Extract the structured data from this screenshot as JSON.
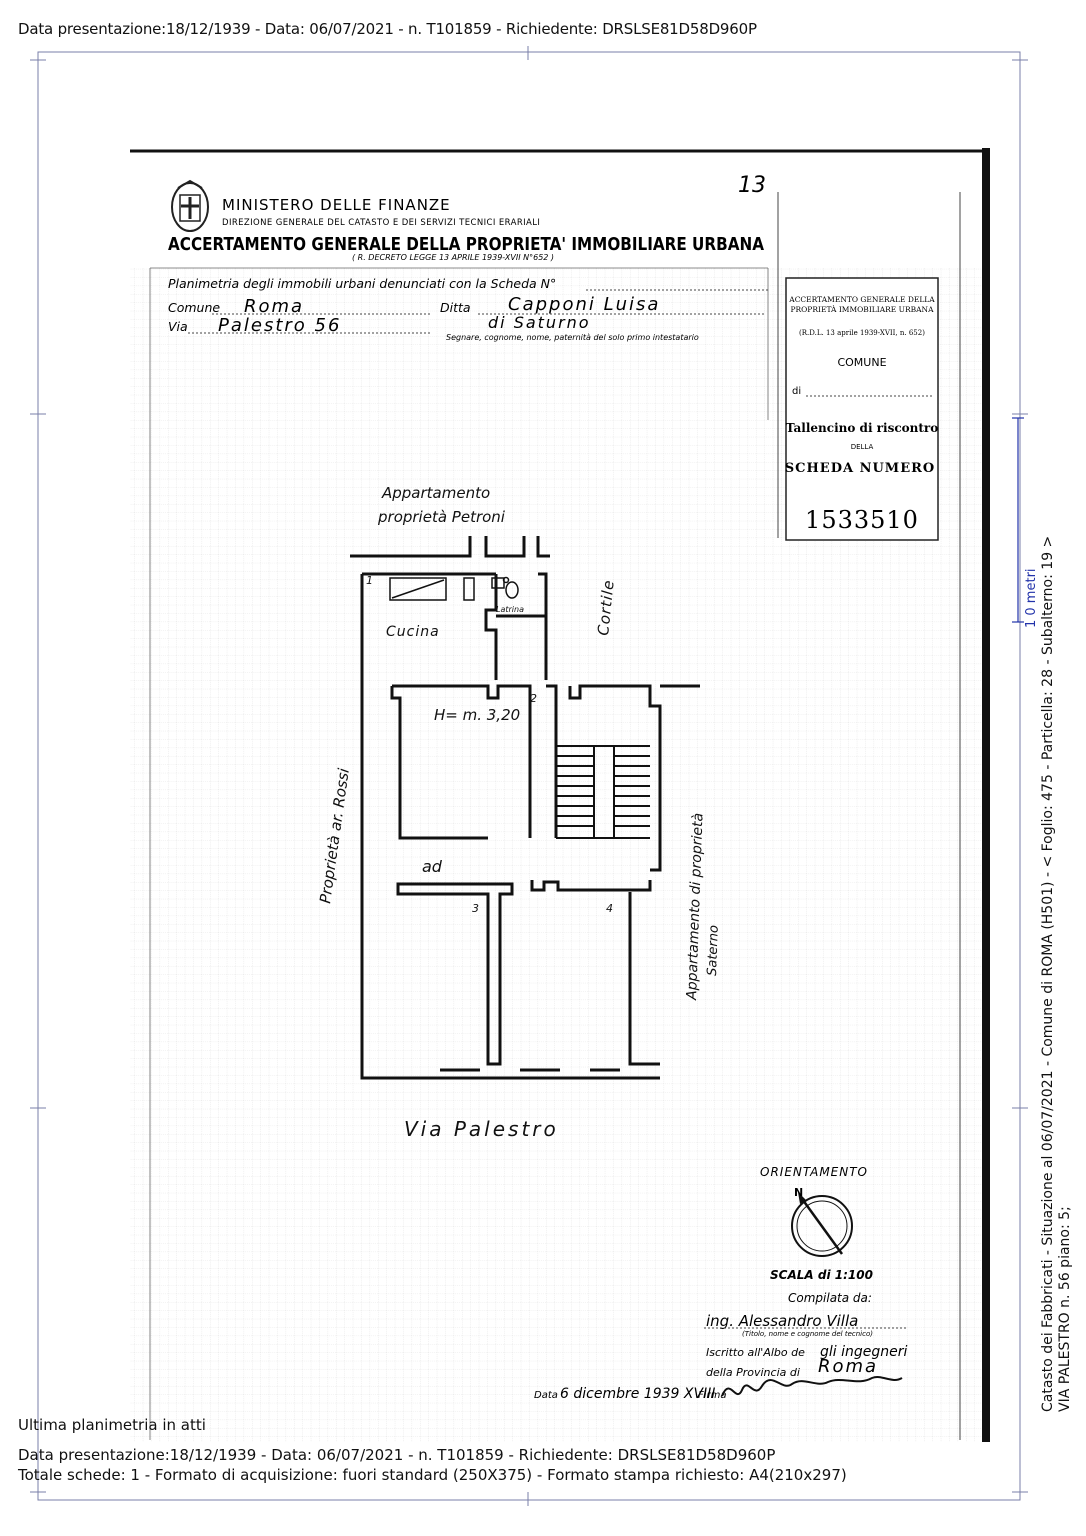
{
  "header": {
    "top_line": "Data presentazione:18/12/1939 - Data: 06/07/2021 - n. T101859 - Richiedente: DRSLSE81D58D960P"
  },
  "footer": {
    "last_plan_note": "Ultima planimetria in atti",
    "line1": "Data presentazione:18/12/1939 - Data: 06/07/2021 - n. T101859 - Richiedente: DRSLSE81D58D960P",
    "line2": "Totale schede: 1 - Formato di acquisizione: fuori standard (250X375) - Formato stampa richiesto: A4(210x297)"
  },
  "sidebar": {
    "line1": "Catasto dei Fabbricati - Situazione al 06/07/2021 - Comune di ROMA (H501) - <  Foglio: 475 - Particella: 28 - Subalterno: 19 >",
    "line2": "VIA PALESTRO n. 56 piano: 5;",
    "scale_marker": "1 0 metri"
  },
  "form": {
    "ministry": "MINISTERO DELLE FINANZE",
    "directorate": "DIREZIONE GENERALE DEL CATASTO E DEI SERVIZI TECNICI ERARIALI",
    "title": "ACCERTAMENTO GENERALE DELLA PROPRIETA' IMMOBILIARE URBANA",
    "decree": "( R. DECRETO LEGGE 13 APRILE 1939-XVII N°652 )",
    "planimetria_label": "Planimetria degli immobili urbani denunciati con la Scheda N°",
    "comune_label": "Comune",
    "comune_value": "Roma",
    "via_label": "Via",
    "via_value": "Palestro 56",
    "ditta_label": "Ditta",
    "ditta_value_1": "Capponi Luisa",
    "ditta_value_2": "di Saturno",
    "ditta_note": "Segnare, cognome, nome, paternità del solo primo intestatario",
    "corner_mark": "13"
  },
  "stub": {
    "title_1": "ACCERTAMENTO GENERALE DELLA",
    "title_2": "PROPRIETÀ IMMOBILIARE URBANA",
    "decree": "(R.D.L. 13 aprile 1939-XVII, n. 652)",
    "comune": "COMUNE",
    "di": "di",
    "tallon": "Tallencino di riscontro",
    "della": "DELLA",
    "scheda": "SCHEDA NUMERO",
    "number": "1533510"
  },
  "plan": {
    "neighbor_top_1": "Appartamento",
    "neighbor_top_2": "proprietà Petroni",
    "left_label": "Proprietà ar. Rossi",
    "right_label_1": "Appartamento di proprietà",
    "right_label_2": "Saterno",
    "cortile": "Cortile",
    "cucina": "Cucina",
    "latrina": "Latrina",
    "height": "H= m. 3,20",
    "ad": "ad",
    "room1": "1",
    "room2": "2",
    "room3": "3",
    "room4": "4",
    "street": "Via Palestro"
  },
  "legend": {
    "orientamento": "ORIENTAMENTO",
    "north": "N",
    "scala": "SCALA di 1:100",
    "compilata": "Compilata da:",
    "engineer": "ing. Alessandro Villa",
    "engineer_note": "(Titolo, nome e cognome del tecnico)",
    "iscritto_label": "Iscritto all'Albo de",
    "iscritto_value": "gli ingegneri",
    "provincia_label": "della Provincia di",
    "provincia_value": "Roma",
    "date_label": "Data",
    "date_value": "6 dicembre 1939 XVIII",
    "firma_label": "Firma"
  }
}
